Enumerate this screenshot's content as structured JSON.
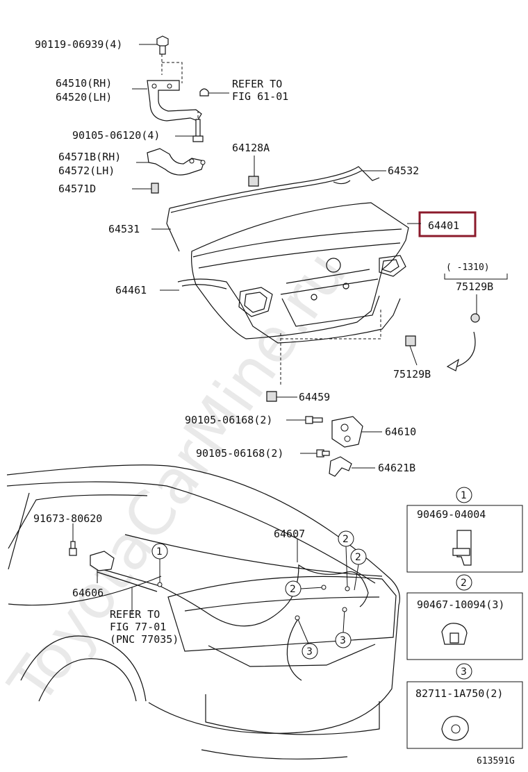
{
  "watermark": "ToyotaCarMine.ru",
  "highlight_color": "#8b1a2b",
  "labels": {
    "p90119": "90119-06939(4)",
    "p64510": "64510(RH)",
    "p64520": "64520(LH)",
    "refer1a": "REFER TO",
    "refer1b": "FIG 61-01",
    "p90105a": "90105-06120(4)",
    "p64571b": "64571B(RH)",
    "p64572": "64572(LH)",
    "p64128a": "64128A",
    "p64532": "64532",
    "p64571d": "64571D",
    "p64531": "64531",
    "p64401": "64401",
    "range": "(    -1310)",
    "p75129b_top": "75129B",
    "p64461": "64461",
    "p75129b_bot": "75129B",
    "p64459": "64459",
    "p90105b": "90105-06168(2)",
    "p64610": "64610",
    "p90105c": "90105-06168(2)",
    "p64621b": "64621B",
    "p91673": "91673-80620",
    "p64607": "64607",
    "p64606": "64606",
    "refer2a": "REFER TO",
    "refer2b": "FIG 77-01",
    "refer2c": "(PNC 77035)",
    "callout1": "1",
    "callout2": "2",
    "callout3": "3",
    "box1_part": "90469-04004",
    "box2_part": "90467-10094(3)",
    "box3_part": "82711-1A750(2)",
    "figure_code": "613591G"
  }
}
